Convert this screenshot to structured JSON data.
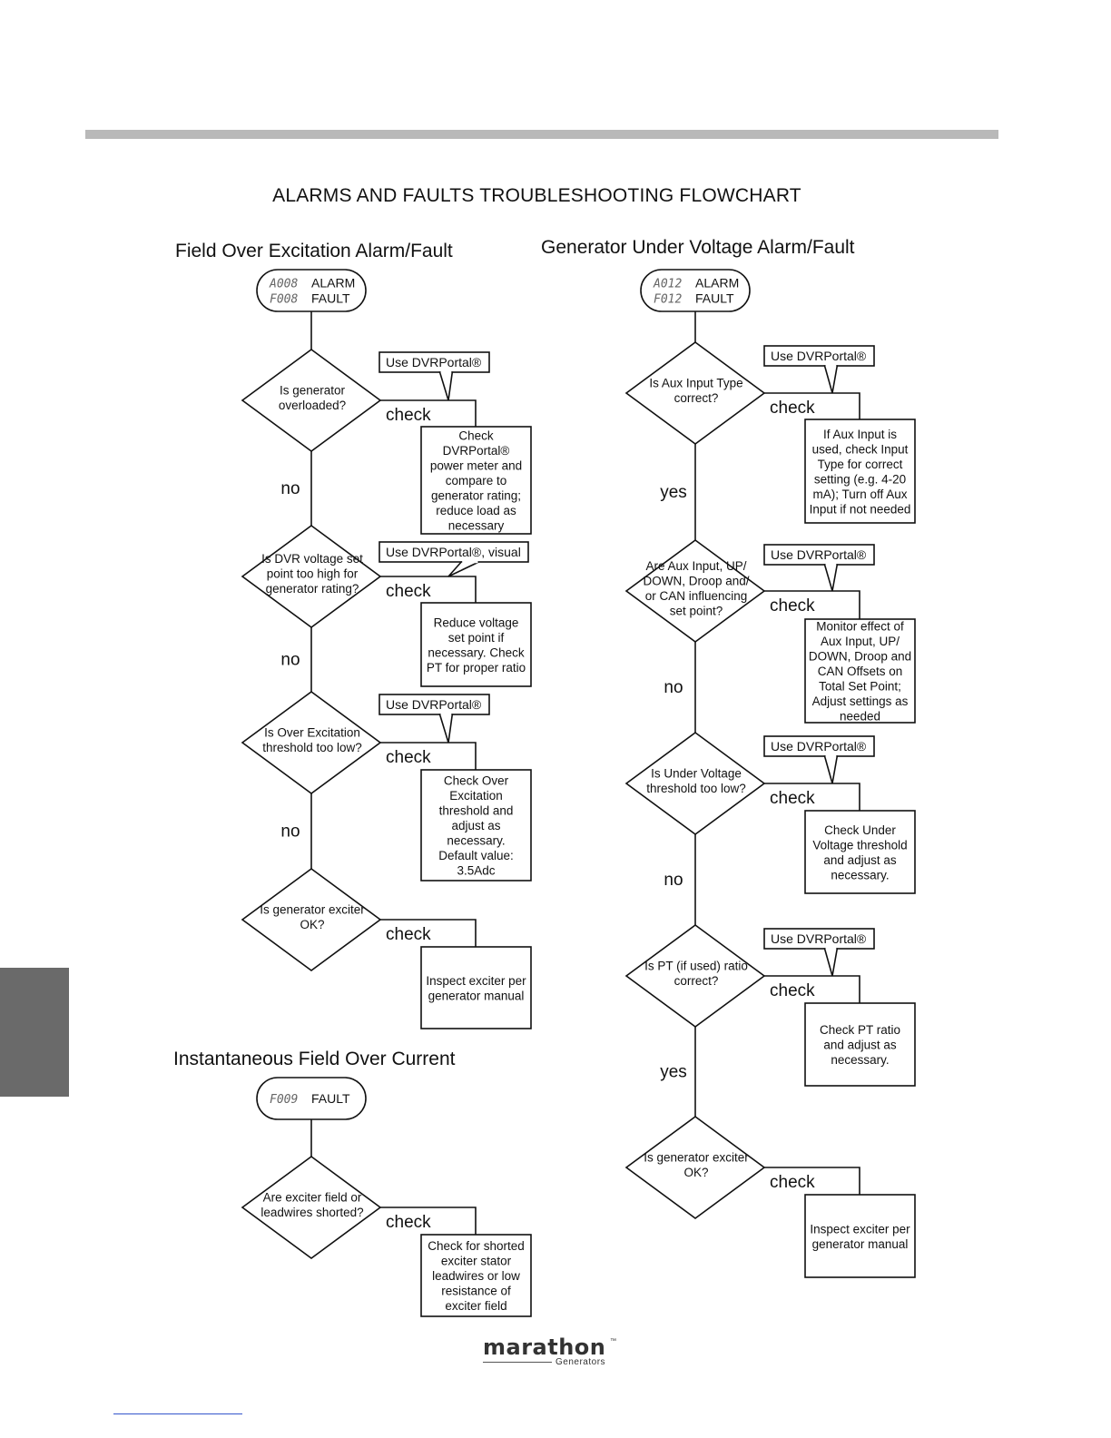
{
  "title": "ALARMS AND FAULTS TROUBLESHOOTING FLOWCHART",
  "sections": [
    {
      "title": "Field Over Excitation Alarm/Fault",
      "codes": [
        {
          "code": "A008",
          "label": "ALARM"
        },
        {
          "code": "F008",
          "label": "FAULT"
        }
      ],
      "steps": [
        {
          "question": [
            "Is generator",
            "overloaded?"
          ],
          "tool": "Use DVRPortal®",
          "check": "check",
          "action": [
            "Check",
            "DVRPortal®",
            "power meter and",
            "compare to",
            "generator rating;",
            "reduce load as",
            "necessary"
          ],
          "answer": "no"
        },
        {
          "question": [
            "Is DVR voltage set",
            "point too high for",
            "generator rating?"
          ],
          "tool": "Use DVRPortal®, visual",
          "check": "check",
          "action": [
            "Reduce voltage",
            "set point if",
            "necessary.  Check",
            "PT for proper ratio"
          ],
          "answer": "no"
        },
        {
          "question": [
            "Is Over Excitation",
            "threshold too low?"
          ],
          "tool": "Use DVRPortal®",
          "check": "check",
          "action": [
            "Check Over",
            "Excitation",
            "threshold and",
            "adjust as",
            "necessary.",
            "Default value:",
            "3.5Adc"
          ],
          "answer": "no"
        },
        {
          "question": [
            "Is generator exciter",
            "OK?"
          ],
          "tool": "",
          "check": "check",
          "action": [
            "Inspect exciter per",
            "generator manual"
          ],
          "answer": ""
        }
      ]
    },
    {
      "title": "Instantaneous Field Over Current",
      "codes": [
        {
          "code": "F009",
          "label": "FAULT"
        }
      ],
      "steps": [
        {
          "question": [
            "Are exciter field or",
            "leadwires shorted?"
          ],
          "tool": "",
          "check": "check",
          "action": [
            "Check for shorted",
            "exciter stator",
            "leadwires or low",
            "resistance of",
            "exciter field"
          ],
          "answer": ""
        }
      ]
    },
    {
      "title": "Generator Under Voltage Alarm/Fault",
      "codes": [
        {
          "code": "A012",
          "label": "ALARM"
        },
        {
          "code": "F012",
          "label": "FAULT"
        }
      ],
      "steps": [
        {
          "question": [
            "Is Aux Input Type",
            "correct?"
          ],
          "tool": "Use DVRPortal®",
          "check": "check",
          "action": [
            "If Aux Input is",
            "used, check Input",
            "Type for correct",
            "setting (e.g. 4-20",
            "mA); Turn off Aux",
            "Input if not needed"
          ],
          "answer": "yes"
        },
        {
          "question": [
            "Are Aux Input, UP/",
            "DOWN, Droop and/",
            "or CAN influencing",
            "set point?"
          ],
          "tool": "Use DVRPortal®",
          "check": "check",
          "action": [
            "Monitor effect of",
            "Aux Input, UP/",
            "DOWN, Droop and",
            "CAN Offsets on",
            "Total Set Point;",
            "Adjust settings as",
            "needed"
          ],
          "answer": "no"
        },
        {
          "question": [
            "Is Under Voltage",
            "threshold too low?"
          ],
          "tool": "Use DVRPortal®",
          "check": "check",
          "action": [
            "Check Under",
            "Voltage threshold",
            "and adjust as",
            "necessary."
          ],
          "answer": "no"
        },
        {
          "question": [
            "Is PT (if used) ratio",
            "correct?"
          ],
          "tool": "Use DVRPortal®",
          "check": "check",
          "action": [
            "Check PT ratio",
            "and adjust as",
            "necessary."
          ],
          "answer": "yes"
        },
        {
          "question": [
            "Is generator exciter",
            "OK?"
          ],
          "tool": "",
          "check": "check",
          "action": [
            "Inspect exciter per",
            "generator manual"
          ],
          "answer": ""
        }
      ]
    }
  ],
  "logo": {
    "name": "marathon",
    "trademark": "™",
    "subtitle": "Generators"
  }
}
